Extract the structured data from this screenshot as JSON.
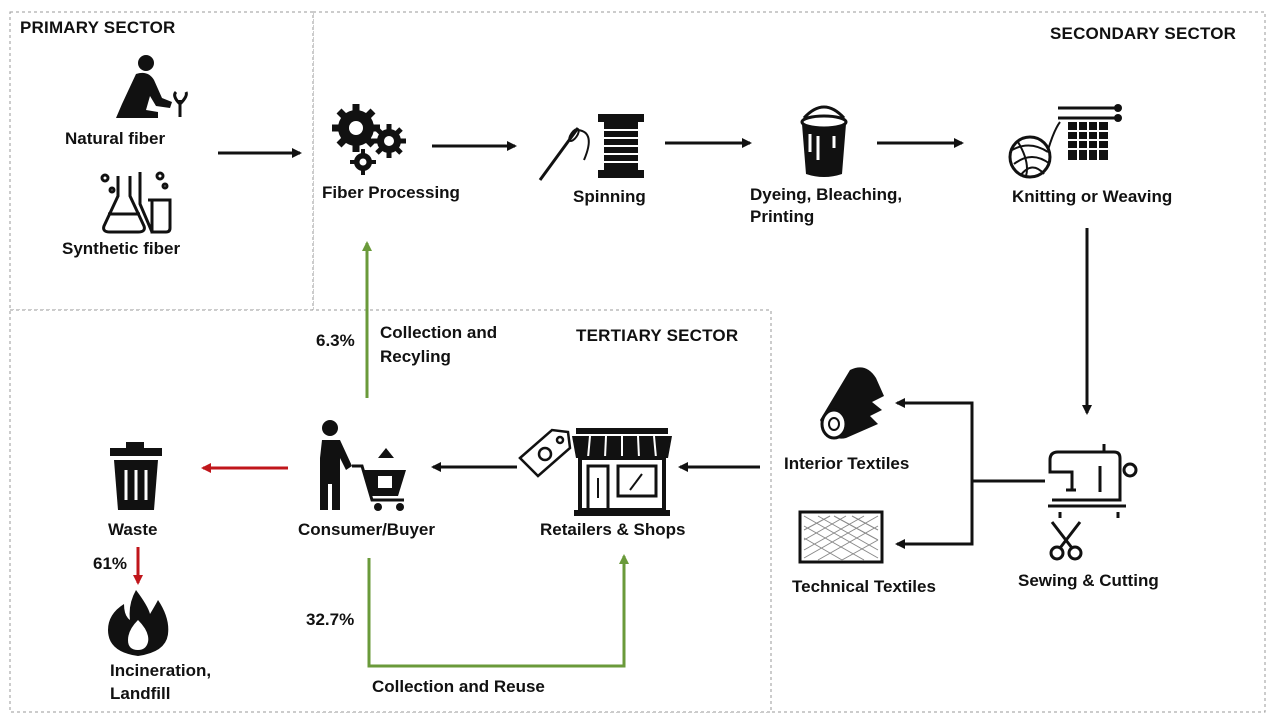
{
  "sectors": {
    "primary": "PRIMARY SECTOR",
    "secondary": "SECONDARY SECTOR",
    "tertiary": "TERTIARY SECTOR"
  },
  "nodes": {
    "natural_fiber": "Natural fiber",
    "synthetic_fiber": "Synthetic fiber",
    "fiber_processing": "Fiber Processing",
    "spinning": "Spinning",
    "dyeing_line1": "Dyeing, Bleaching,",
    "dyeing_line2": "Printing",
    "knitting": "Knitting or Weaving",
    "sewing": "Sewing & Cutting",
    "interior": "Interior Textiles",
    "technical": "Technical Textiles",
    "retailers": "Retailers & Shops",
    "consumer": "Consumer/Buyer",
    "waste": "Waste",
    "incineration_line1": "Incineration,",
    "incineration_line2": "Landfill"
  },
  "flows": {
    "recycling_pct": "6.3%",
    "recycling_line1": "Collection and",
    "recycling_line2": "Recyling",
    "reuse_pct": "32.7%",
    "reuse_label": "Collection and Reuse",
    "landfill_pct": "61%"
  },
  "icons": [
    "farmer-icon",
    "lab-flask-icon",
    "gears-icon",
    "needle-thread-spool-icon",
    "paint-bucket-icon",
    "yarn-knitting-icon",
    "sewing-machine-icon",
    "scissors-icon",
    "fabric-roll-icon",
    "net-icon",
    "price-tag-icon",
    "shop-icon",
    "shopper-cart-icon",
    "trash-bin-icon",
    "fire-icon"
  ],
  "colors": {
    "main_flow": "#111111",
    "recycle_flow": "#6a9a3a",
    "waste_flow": "#c0161b",
    "sector_border": "#9a9a9a"
  }
}
